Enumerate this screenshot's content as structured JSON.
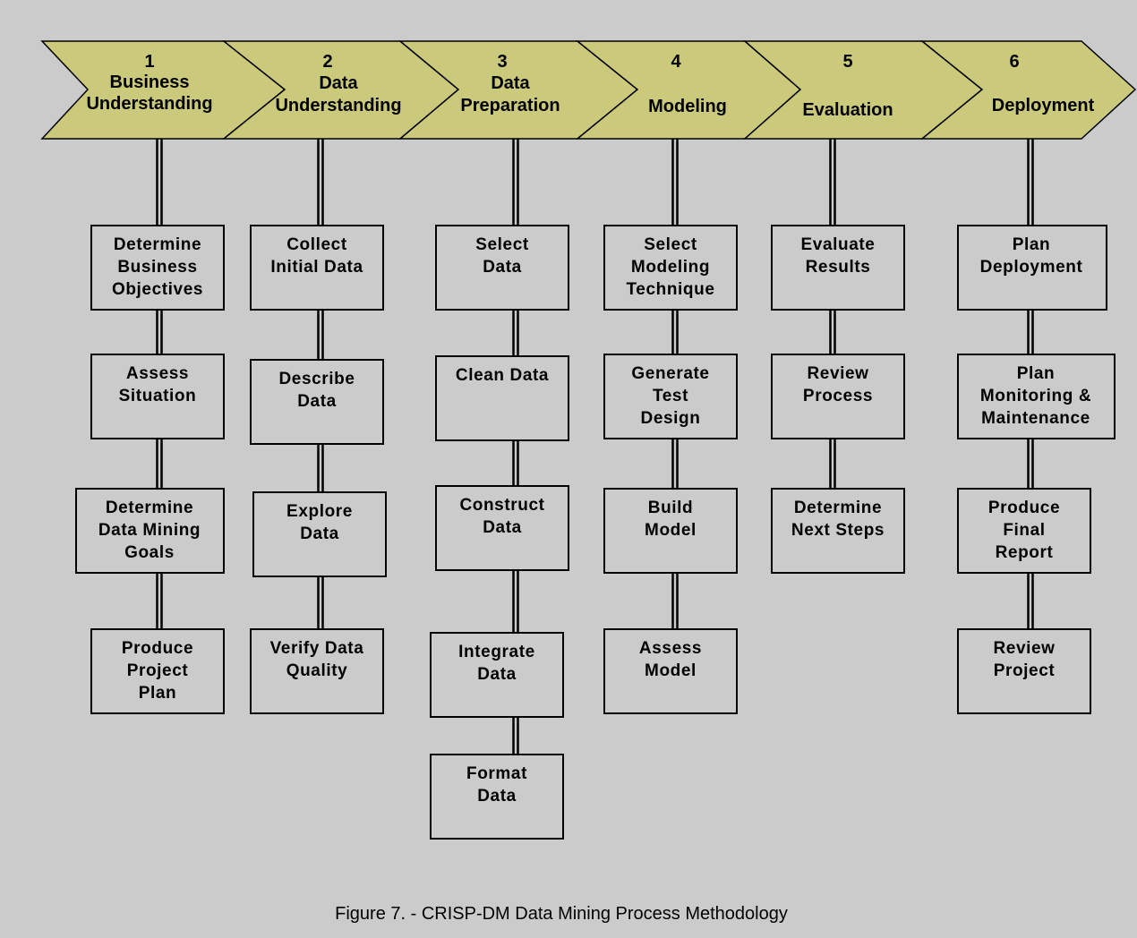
{
  "colors": {
    "background": "#cbcbcb",
    "phase_fill": "#cbc97b",
    "box_fill": "#cbcbcb",
    "stroke": "#000000"
  },
  "diagram": {
    "phases": [
      {
        "number": "1",
        "name_lines": [
          "Business",
          "Understanding"
        ],
        "tasks": [
          [
            "Determine",
            "Business",
            "Objectives"
          ],
          [
            "Assess",
            "Situation"
          ],
          [
            "Determine",
            "Data Mining",
            "Goals"
          ],
          [
            "Produce",
            "Project",
            "Plan"
          ]
        ]
      },
      {
        "number": "2",
        "name_lines": [
          "Data",
          "Understanding"
        ],
        "tasks": [
          [
            "Collect",
            "Initial Data"
          ],
          [
            "Describe",
            "Data"
          ],
          [
            "Explore",
            "Data"
          ],
          [
            "Verify Data",
            "Quality"
          ]
        ]
      },
      {
        "number": "3",
        "name_lines": [
          "Data",
          "Preparation"
        ],
        "tasks": [
          [
            "Select",
            "Data"
          ],
          [
            "Clean Data"
          ],
          [
            "Construct",
            "Data"
          ],
          [
            "Integrate",
            "Data"
          ],
          [
            "Format",
            "Data"
          ]
        ]
      },
      {
        "number": "4",
        "name_lines": [
          "Modeling"
        ],
        "tasks": [
          [
            "Select",
            "Modeling",
            "Technique"
          ],
          [
            "Generate",
            "Test",
            "Design"
          ],
          [
            "Build",
            "Model"
          ],
          [
            "Assess",
            "Model"
          ]
        ]
      },
      {
        "number": "5",
        "name_lines": [
          "Evaluation"
        ],
        "tasks": [
          [
            "Evaluate",
            "Results"
          ],
          [
            "Review",
            "Process"
          ],
          [
            "Determine",
            "Next Steps"
          ]
        ]
      },
      {
        "number": "6",
        "name_lines": [
          "Deployment"
        ],
        "tasks": [
          [
            "Plan",
            "Deployment"
          ],
          [
            "Plan",
            "Monitoring &",
            "Maintenance"
          ],
          [
            "Produce",
            "Final",
            "Report"
          ],
          [
            "Review",
            "Project"
          ]
        ]
      }
    ]
  },
  "caption": "Figure 7. - CRISP-DM Data Mining Process Methodology"
}
